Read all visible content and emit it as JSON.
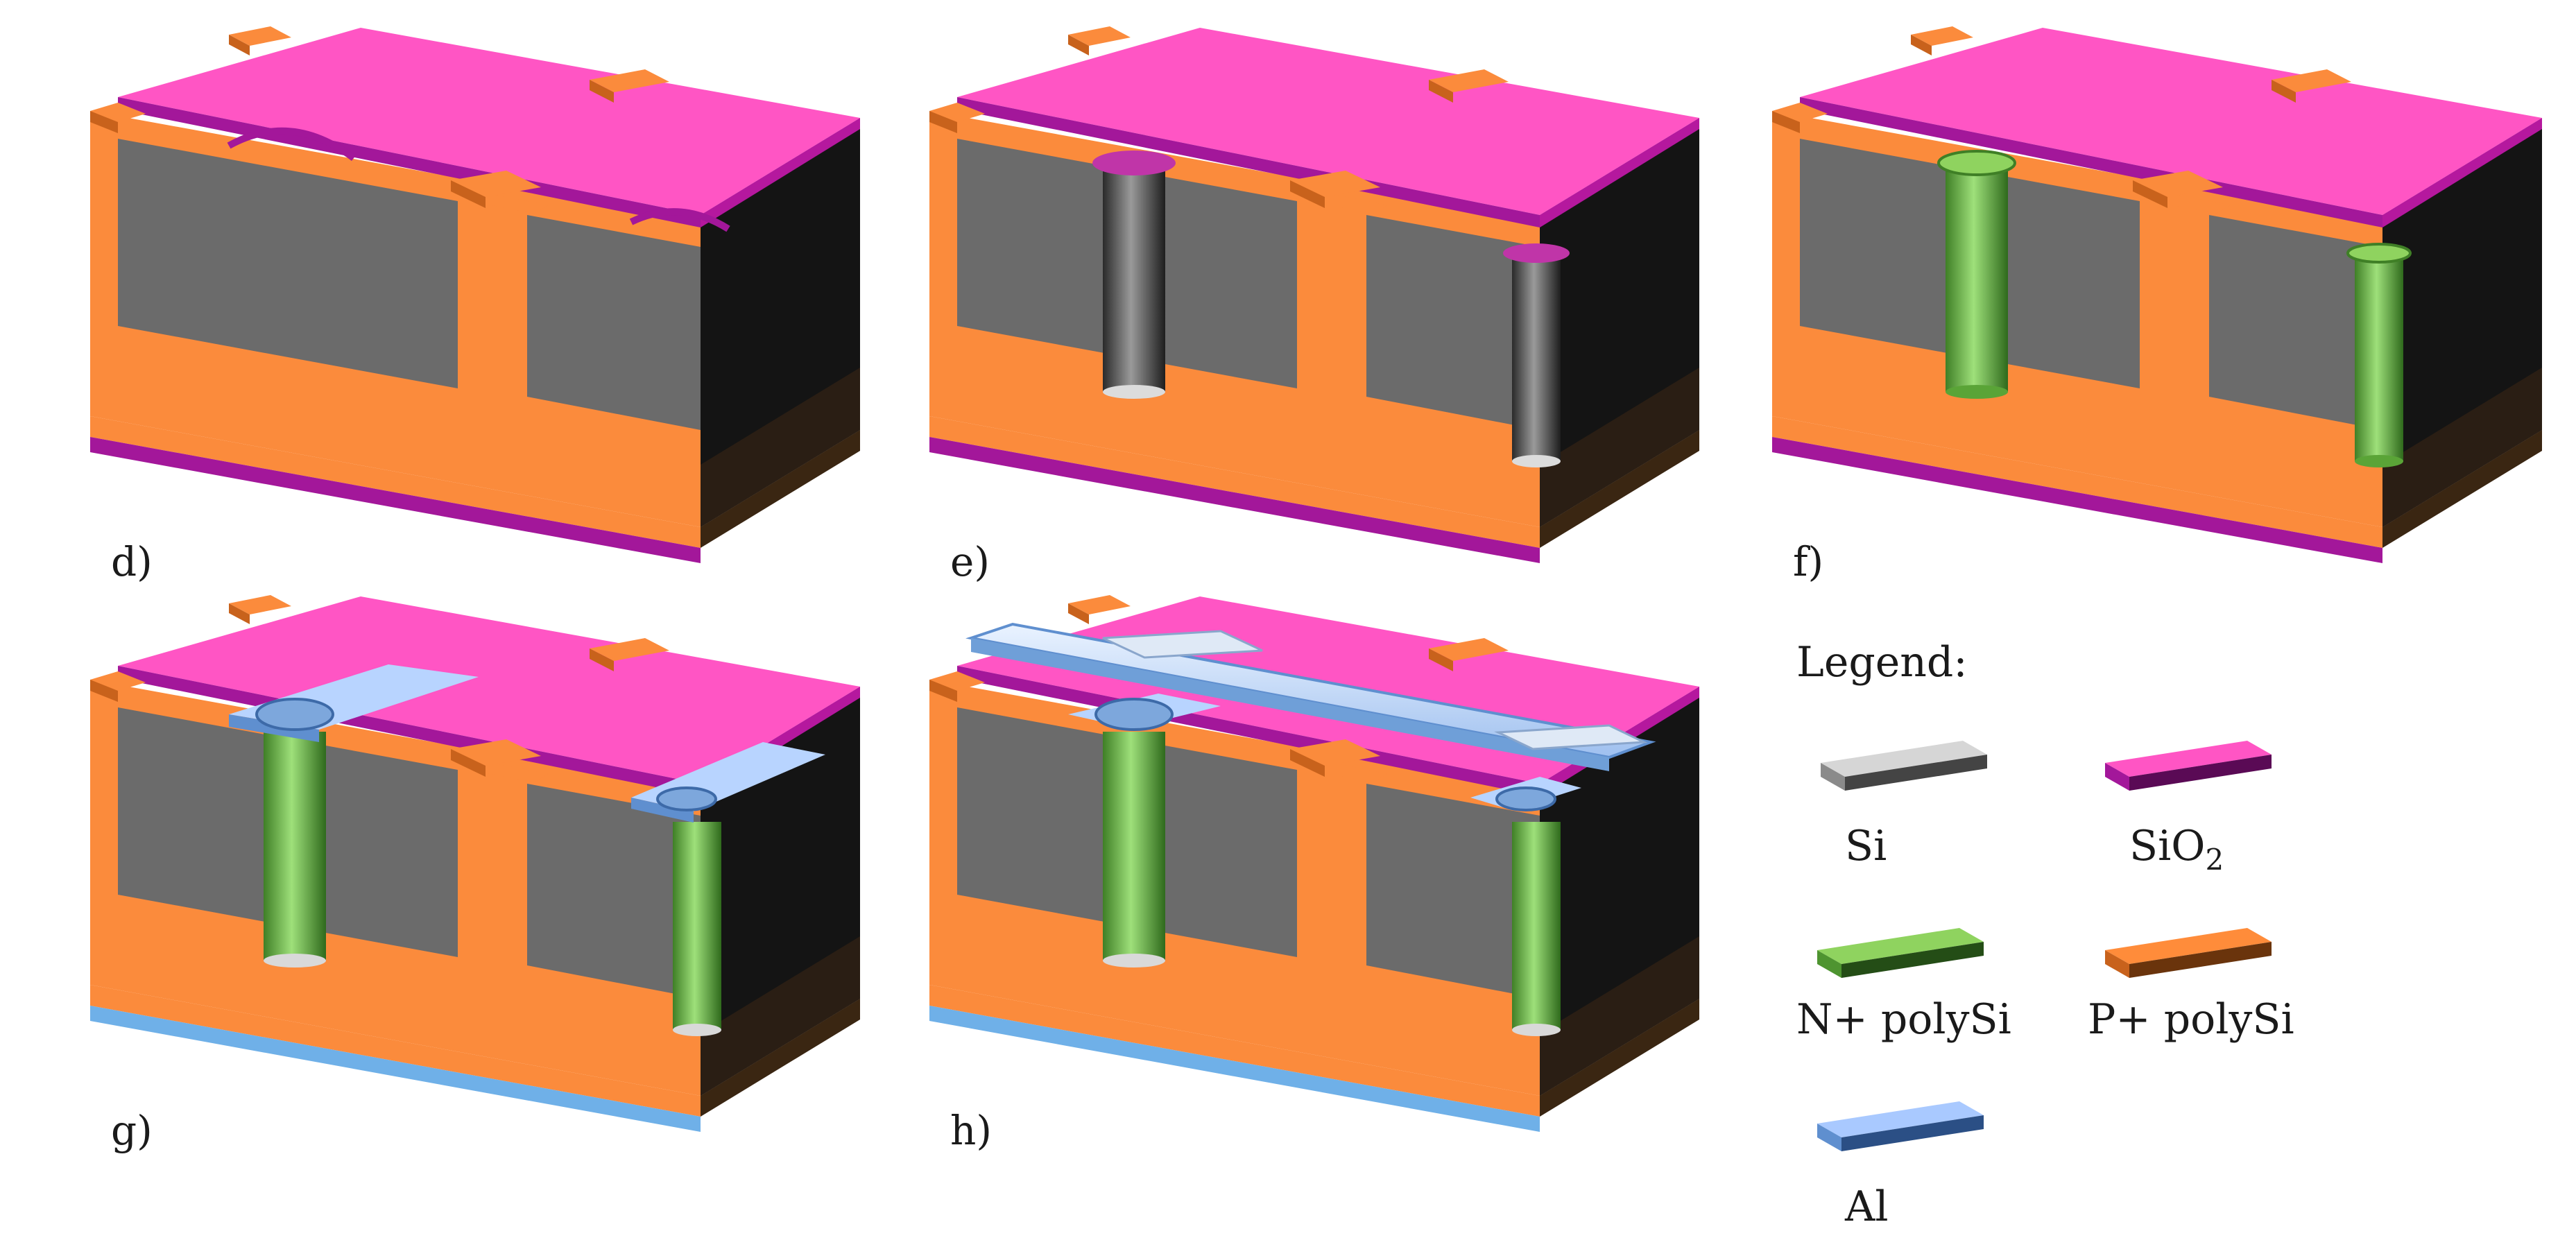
{
  "panels": [
    {
      "id": "d",
      "label": "d)",
      "stage": "si-trenches-etched-in-oxide",
      "bottom_layer": "SiO2"
    },
    {
      "id": "e",
      "label": "e)",
      "stage": "si-holes",
      "bottom_layer": "SiO2"
    },
    {
      "id": "f",
      "label": "f)",
      "stage": "n-polysi-filled",
      "bottom_layer": "SiO2"
    },
    {
      "id": "g",
      "label": "g)",
      "stage": "al-contacts",
      "bottom_layer": "Al"
    },
    {
      "id": "h",
      "label": "h)",
      "stage": "al-interconnect",
      "bottom_layer": "Al"
    }
  ],
  "legend": {
    "title": "Legend:",
    "items": [
      {
        "key": "si",
        "label": "Si",
        "color": "#c8c8c8"
      },
      {
        "key": "sio2",
        "label_main": "SiO",
        "label_sub": "2",
        "color": "#ff4fc0"
      },
      {
        "key": "npoly",
        "label": "N+ polySi",
        "color": "#8fd35f"
      },
      {
        "key": "ppoly",
        "label": "P+ polySi",
        "color": "#ff8c3a"
      },
      {
        "key": "al",
        "label": "Al",
        "color": "#a9c9ff"
      }
    ]
  },
  "colors": {
    "sio2_top": "#ff55c4",
    "sio2_edge": "#a3179a",
    "ppoly": "#fb8b3c",
    "ppoly_dark": "#c8621c",
    "si_front": "#6b6b6b",
    "si_side": "#141414",
    "npoly": "#72c04a",
    "npoly_dark": "#3f7f26",
    "al": "#b8d4ff",
    "al_dark": "#5f8fcf",
    "bottom_al": "#6fb0e8"
  }
}
